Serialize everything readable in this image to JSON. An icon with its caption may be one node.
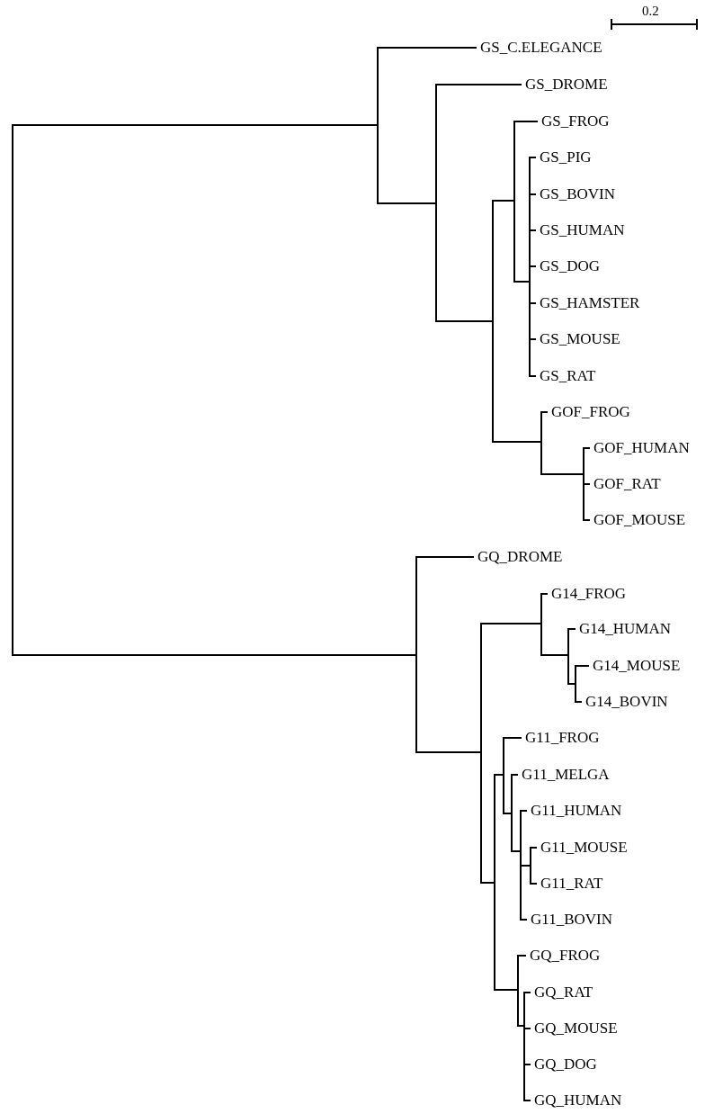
{
  "diagram": {
    "nodes": [
      {
        "text": [],
        "shape": "line"
      },
      {
        "text": [],
        "shape": "line"
      },
      {
        "text": [
          "GS_C.ELEGANCE"
        ]
      },
      {
        "text": [],
        "shape": "line"
      },
      {
        "text": [
          "GS_DROME"
        ]
      },
      {
        "text": [],
        "shape": "line"
      },
      {
        "text": [],
        "shape": "line"
      },
      {
        "text": [
          "GS_FROG"
        ]
      },
      {
        "text": [],
        "shape": "line"
      },
      {
        "text": [
          "GS_PIG"
        ]
      },
      {
        "text": [
          "GS_BOVIN"
        ]
      },
      {
        "text": [
          "GS_HUMAN"
        ]
      },
      {
        "text": [
          "GS_DOG"
        ]
      },
      {
        "text": [
          "GS_HAMSTER"
        ]
      },
      {
        "text": [
          "GS_MOUSE"
        ]
      },
      {
        "text": [
          "GS_RAT"
        ]
      },
      {
        "text": [],
        "shape": "line"
      },
      {
        "text": [
          "GOF_FROG"
        ]
      },
      {
        "text": [],
        "shape": "line"
      },
      {
        "text": [
          "GOF_HUMAN"
        ]
      },
      {
        "text": [
          "GOF_RAT"
        ]
      },
      {
        "text": [
          "GOF_MOUSE"
        ]
      },
      {
        "text": [],
        "shape": "line"
      },
      {
        "text": [
          "GQ_DROME"
        ]
      },
      {
        "text": [],
        "shape": "line"
      },
      {
        "text": [],
        "shape": "line"
      },
      {
        "text": [
          "G14_FROG"
        ]
      },
      {
        "text": [],
        "shape": "line"
      },
      {
        "text": [
          "G14_HUMAN"
        ]
      },
      {
        "text": [],
        "shape": "line"
      },
      {
        "text": [
          "G14_MOUSE"
        ]
      },
      {
        "text": [
          "G14_BOVIN"
        ]
      },
      {
        "text": [],
        "shape": "line"
      },
      {
        "text": [],
        "shape": "line"
      },
      {
        "text": [
          "G11_FROG"
        ]
      },
      {
        "text": [],
        "shape": "line"
      },
      {
        "text": [
          "G11_MELGA"
        ]
      },
      {
        "text": [],
        "shape": "line"
      },
      {
        "text": [
          "G11_HUMAN"
        ]
      },
      {
        "text": [],
        "shape": "line"
      },
      {
        "text": [
          "G11_MOUSE"
        ]
      },
      {
        "text": [
          "G11_RAT"
        ]
      },
      {
        "text": [
          "G11_BOVIN"
        ]
      },
      {
        "text": [],
        "shape": "line"
      },
      {
        "text": [
          "GQ_FROG"
        ]
      },
      {
        "text": [],
        "shape": "line"
      },
      {
        "text": [
          "GQ_RAT"
        ]
      },
      {
        "text": [
          "GQ_MOUSE"
        ]
      },
      {
        "text": [
          "GQ_DOG"
        ]
      },
      {
        "text": [
          "GQ_HUMAN"
        ]
      }
    ],
    "edges": [
      {
        "from": 0,
        "to": 1,
        "arrow": "none"
      },
      {
        "from": 1,
        "to": 2,
        "arrow": "none"
      },
      {
        "from": 1,
        "to": 3,
        "arrow": "none"
      },
      {
        "from": 3,
        "to": 4,
        "arrow": "none"
      },
      {
        "from": 3,
        "to": 5,
        "arrow": "none"
      },
      {
        "from": 5,
        "to": 6,
        "arrow": "none"
      },
      {
        "from": 6,
        "to": 7,
        "arrow": "none"
      },
      {
        "from": 6,
        "to": 8,
        "arrow": "none"
      },
      {
        "from": 8,
        "to": 9,
        "arrow": "none"
      },
      {
        "from": 8,
        "to": 10,
        "arrow": "none"
      },
      {
        "from": 8,
        "to": 11,
        "arrow": "none"
      },
      {
        "from": 8,
        "to": 12,
        "arrow": "none"
      },
      {
        "from": 8,
        "to": 13,
        "arrow": "none"
      },
      {
        "from": 8,
        "to": 14,
        "arrow": "none"
      },
      {
        "from": 8,
        "to": 15,
        "arrow": "none"
      },
      {
        "from": 5,
        "to": 16,
        "arrow": "none"
      },
      {
        "from": 16,
        "to": 17,
        "arrow": "none"
      },
      {
        "from": 16,
        "to": 18,
        "arrow": "none"
      },
      {
        "from": 18,
        "to": 19,
        "arrow": "none"
      },
      {
        "from": 18,
        "to": 20,
        "arrow": "none"
      },
      {
        "from": 18,
        "to": 21,
        "arrow": "none"
      },
      {
        "from": 0,
        "to": 22,
        "arrow": "none"
      },
      {
        "from": 22,
        "to": 23,
        "arrow": "none"
      },
      {
        "from": 22,
        "to": 24,
        "arrow": "none"
      },
      {
        "from": 24,
        "to": 25,
        "arrow": "none"
      },
      {
        "from": 25,
        "to": 26,
        "arrow": "none"
      },
      {
        "from": 25,
        "to": 27,
        "arrow": "none"
      },
      {
        "from": 27,
        "to": 28,
        "arrow": "none"
      },
      {
        "from": 27,
        "to": 29,
        "arrow": "none"
      },
      {
        "from": 29,
        "to": 30,
        "arrow": "none"
      },
      {
        "from": 29,
        "to": 31,
        "arrow": "none"
      },
      {
        "from": 24,
        "to": 32,
        "arrow": "none"
      },
      {
        "from": 32,
        "to": 33,
        "arrow": "none"
      },
      {
        "from": 33,
        "to": 34,
        "arrow": "none"
      },
      {
        "from": 33,
        "to": 35,
        "arrow": "none"
      },
      {
        "from": 35,
        "to": 36,
        "arrow": "none"
      },
      {
        "from": 35,
        "to": 37,
        "arrow": "none"
      },
      {
        "from": 37,
        "to": 38,
        "arrow": "none"
      },
      {
        "from": 37,
        "to": 39,
        "arrow": "none"
      },
      {
        "from": 39,
        "to": 40,
        "arrow": "none"
      },
      {
        "from": 39,
        "to": 41,
        "arrow": "none"
      },
      {
        "from": 37,
        "to": 42,
        "arrow": "none"
      },
      {
        "from": 32,
        "to": 43,
        "arrow": "none"
      },
      {
        "from": 43,
        "to": 44,
        "arrow": "none"
      },
      {
        "from": 43,
        "to": 45,
        "arrow": "none"
      },
      {
        "from": 45,
        "to": 46,
        "arrow": "none"
      },
      {
        "from": 45,
        "to": 47,
        "arrow": "none"
      },
      {
        "from": 45,
        "to": 48,
        "arrow": "none"
      },
      {
        "from": 45,
        "to": 49,
        "arrow": "none"
      }
    ],
    "labels": [
      "0.2"
    ]
  }
}
